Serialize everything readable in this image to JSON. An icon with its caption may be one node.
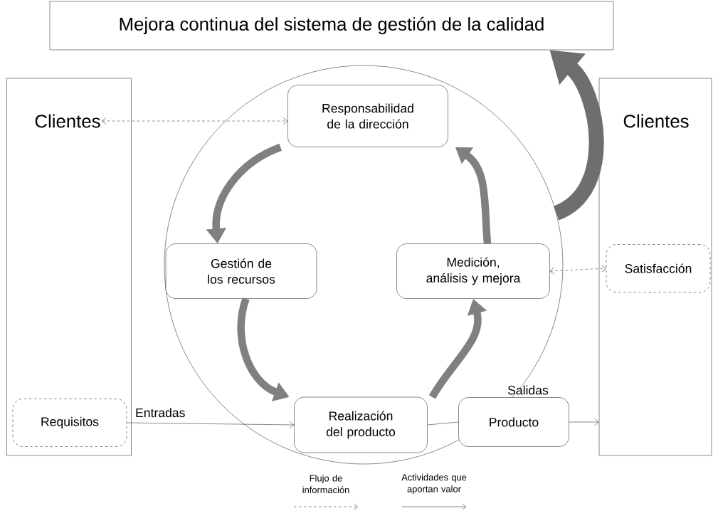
{
  "diagram": {
    "title": "Mejora continua del sistema de gestión de la calidad",
    "nodes": [
      {
        "text": [
          "Clientes"
        ]
      },
      {
        "text": [
          "Requisitos"
        ],
        "in": 0
      },
      {
        "text": [
          "Clientes"
        ]
      },
      {
        "text": [
          "Satisfacción"
        ],
        "in": 2
      },
      {
        "text": [],
        "shape": "circle"
      },
      {
        "text": [
          "Responsabilidad de la dirección"
        ],
        "in": 4
      },
      {
        "text": [
          "Gestión de los recursos"
        ],
        "in": 4
      },
      {
        "text": [
          "Medición, análisis y mejora"
        ],
        "in": 4
      },
      {
        "text": [
          "Realización del producto"
        ],
        "in": 4
      },
      {
        "text": [
          "Producto"
        ]
      }
    ],
    "edges": [
      {
        "from": 0,
        "to": 5,
        "arrow": "both",
        "style": "dashed"
      },
      {
        "from": 7,
        "to": 3,
        "arrow": "both",
        "style": "dashed"
      },
      {
        "from": 1,
        "to": 8,
        "arrow": "to",
        "label": "Entradas"
      },
      {
        "from": 8,
        "to": 9,
        "arrow": "none"
      },
      {
        "from": 9,
        "to": 2,
        "arrow": "to"
      },
      {
        "from": 5,
        "to": 6,
        "arrow": "to",
        "style": "thick",
        "color": "#808080"
      },
      {
        "from": 6,
        "to": 8,
        "arrow": "to",
        "style": "thick",
        "color": "#808080"
      },
      {
        "from": 8,
        "to": 7,
        "arrow": "to",
        "style": "thick",
        "color": "#808080"
      },
      {
        "from": 7,
        "to": 5,
        "arrow": "to",
        "style": "thick",
        "color": "#808080"
      },
      {
        "from": 4,
        "to": null,
        "arrow": "to",
        "style": "thick",
        "color": "#6e6e6e"
      }
    ],
    "labels": [
      "Salidas"
    ],
    "legend": [
      {
        "text": "Flujo de información"
      },
      {
        "text": "Actividades que aportan valor"
      }
    ]
  }
}
